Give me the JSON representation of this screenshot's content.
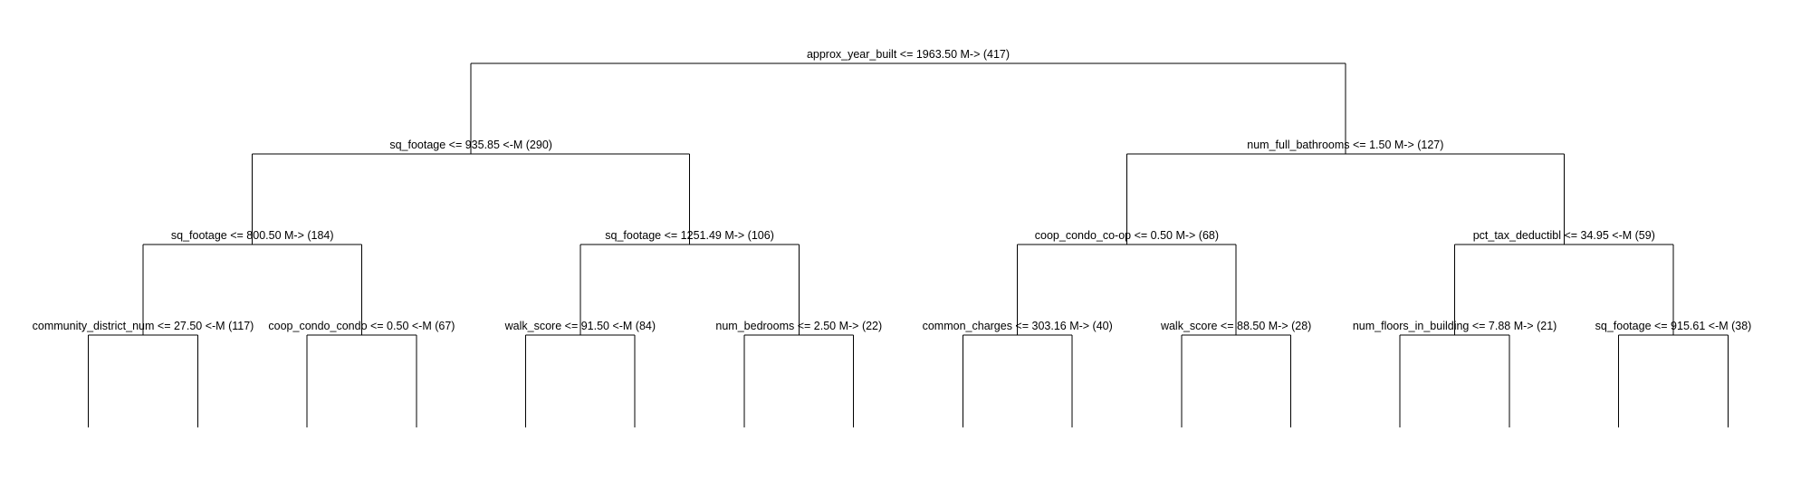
{
  "tree": {
    "line_color": "#000000",
    "label_color": "#000000",
    "background": "#ffffff",
    "root": {
      "label": "approx_year_built <= 1963.50 M-> (417)",
      "children": [
        {
          "label": "sq_footage <= 935.85 <-M (290)",
          "children": [
            {
              "label": "sq_footage <= 800.50 M-> (184)",
              "children": [
                {
                  "label": "community_district_num <= 27.50 <-M (117)",
                  "children": []
                },
                {
                  "label": "coop_condo_condo <= 0.50 <-M (67)",
                  "children": []
                }
              ]
            },
            {
              "label": "sq_footage <= 1251.49 M-> (106)",
              "children": [
                {
                  "label": "walk_score <= 91.50 <-M (84)",
                  "children": []
                },
                {
                  "label": "num_bedrooms <= 2.50 M-> (22)",
                  "children": []
                }
              ]
            }
          ]
        },
        {
          "label": "num_full_bathrooms <= 1.50 M-> (127)",
          "children": [
            {
              "label": "coop_condo_co-op <= 0.50 M-> (68)",
              "children": [
                {
                  "label": "common_charges <= 303.16 M-> (40)",
                  "children": []
                },
                {
                  "label": "walk_score <= 88.50 M-> (28)",
                  "children": []
                }
              ]
            },
            {
              "label": "pct_tax_deductibl <= 34.95 <-M (59)",
              "children": [
                {
                  "label": "num_floors_in_building <= 7.88 M-> (21)",
                  "children": []
                },
                {
                  "label": "sq_footage <= 915.61 <-M (38)",
                  "children": []
                }
              ]
            }
          ]
        }
      ]
    }
  }
}
